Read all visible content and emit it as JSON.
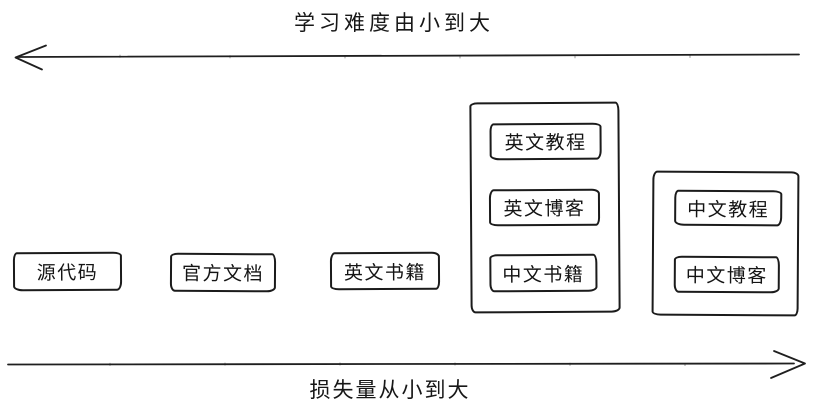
{
  "diagram": {
    "background": "#ffffff",
    "stroke_color": "#1b1b1b",
    "style": "hand-drawn sketch",
    "top_axis": {
      "label": "学习难度由小到大",
      "direction": "left"
    },
    "bottom_axis": {
      "label": "损失量从小到大",
      "direction": "right"
    },
    "boxes": [
      {
        "id": "source-code",
        "label": "源代码"
      },
      {
        "id": "official-docs",
        "label": "官方文档"
      },
      {
        "id": "english-books",
        "label": "英文书籍"
      }
    ],
    "groups": [
      {
        "id": "english-resources-group",
        "items": [
          {
            "id": "english-tutorials",
            "label": "英文教程"
          },
          {
            "id": "english-blogs",
            "label": "英文博客"
          },
          {
            "id": "chinese-books",
            "label": "中文书籍"
          }
        ]
      },
      {
        "id": "chinese-resources-group",
        "items": [
          {
            "id": "chinese-tutorials",
            "label": "中文教程"
          },
          {
            "id": "chinese-blogs",
            "label": "中文博客"
          }
        ]
      }
    ]
  }
}
